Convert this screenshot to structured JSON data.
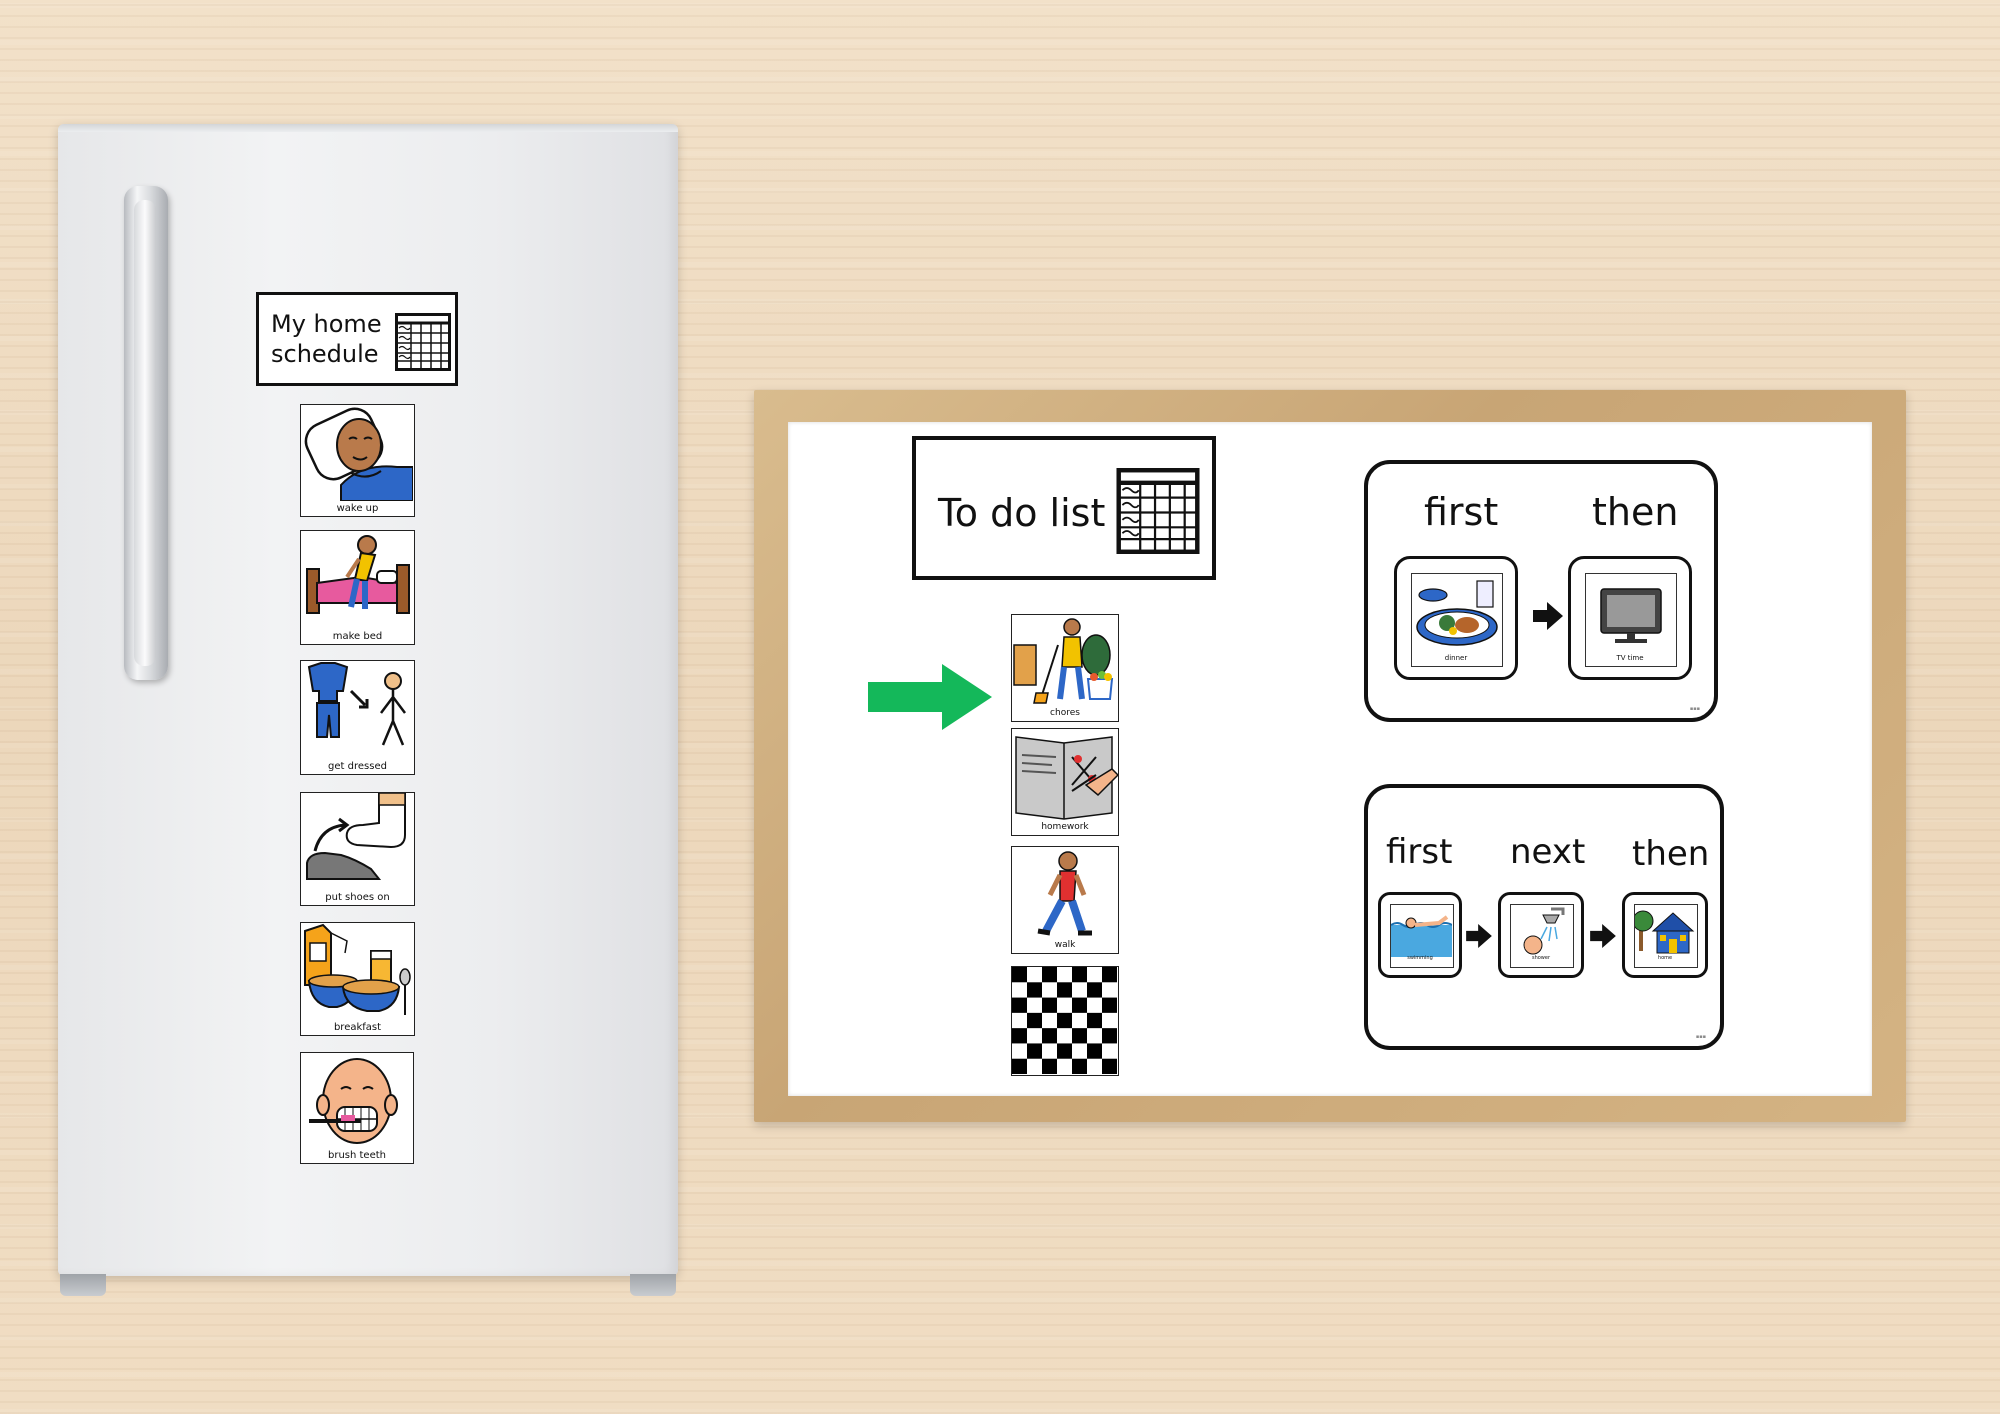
{
  "home_schedule": {
    "title_line1": "My home",
    "title_line2": "schedule",
    "items": [
      {
        "label": "wake up",
        "icon": "sleeping-person-icon"
      },
      {
        "label": "make bed",
        "icon": "make-bed-icon"
      },
      {
        "label": "get dressed",
        "icon": "get-dressed-icon"
      },
      {
        "label": "put shoes on",
        "icon": "shoe-icon"
      },
      {
        "label": "breakfast",
        "icon": "breakfast-bowl-icon"
      },
      {
        "label": "brush teeth",
        "icon": "brush-teeth-icon"
      }
    ]
  },
  "todo": {
    "title": "To do list",
    "items": [
      {
        "label": "chores",
        "icon": "chores-icon"
      },
      {
        "label": "homework",
        "icon": "homework-icon"
      },
      {
        "label": "walk",
        "icon": "walking-person-icon"
      },
      {
        "label": "",
        "icon": "finish-flag-checkerboard-icon"
      }
    ],
    "arrow_color": "#14b85a"
  },
  "first_then": {
    "words": [
      "first",
      "then"
    ],
    "tiles": [
      {
        "label": "dinner",
        "icon": "dinner-plate-icon"
      },
      {
        "label": "TV time",
        "icon": "television-icon"
      }
    ]
  },
  "first_next_then": {
    "words": [
      "first",
      "next",
      "then"
    ],
    "tiles": [
      {
        "label": "swimming",
        "icon": "swimming-icon"
      },
      {
        "label": "shower",
        "icon": "shower-icon"
      },
      {
        "label": "home",
        "icon": "house-icon"
      }
    ]
  }
}
